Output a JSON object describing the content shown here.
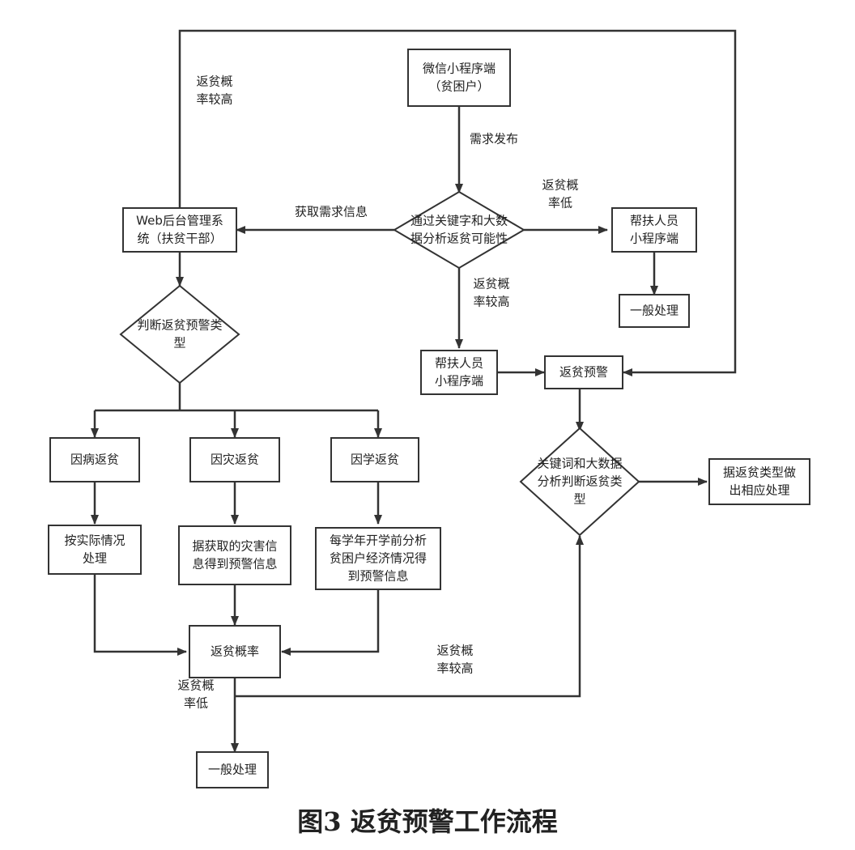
{
  "caption": "图3 返贫预警工作流程",
  "nodes": {
    "wechat_app": [
      "微信小程序端",
      "（贫困户）"
    ],
    "web_backend": [
      "Web后台管理系",
      "统（扶贫干部）"
    ],
    "analyze_decision": [
      "通过关键字和大数",
      "据分析返贫可能性"
    ],
    "helper_app_right": [
      "帮扶人员",
      "小程序端"
    ],
    "general_right": [
      "一般处理"
    ],
    "judge_type": [
      "判断返贫预警类",
      "型"
    ],
    "helper_app_mid": [
      "帮扶人员",
      "小程序端"
    ],
    "warning": [
      "返贫预警"
    ],
    "illness": [
      "因病返贫"
    ],
    "disaster": [
      "因灾返贫"
    ],
    "study": [
      "因学返贫"
    ],
    "bigdata_decision": [
      "关键词和大数据",
      "分析判断返贫类",
      "型"
    ],
    "handle_by_type": [
      "据返贫类型做",
      "出相应处理"
    ],
    "actual": [
      "按实际情况",
      "处理"
    ],
    "disaster_info": [
      "据获取的灾害信",
      "息得到预警信息"
    ],
    "semester": [
      "每学年开学前分析",
      "贫困户经济情况得",
      "到预警信息"
    ],
    "probability": [
      "返贫概率"
    ],
    "general_bottom": [
      "一般处理"
    ]
  },
  "edge_labels": {
    "high_left": [
      "返贫概",
      "率较高"
    ],
    "publish": [
      "需求发布"
    ],
    "get_info": [
      "获取需求信息"
    ],
    "low_right": [
      "返贫概",
      "率低"
    ],
    "high_mid": [
      "返贫概",
      "率较高"
    ],
    "high_bottom": [
      "返贫概",
      "率较高"
    ],
    "low_bottom": [
      "返贫概",
      "率低"
    ]
  }
}
